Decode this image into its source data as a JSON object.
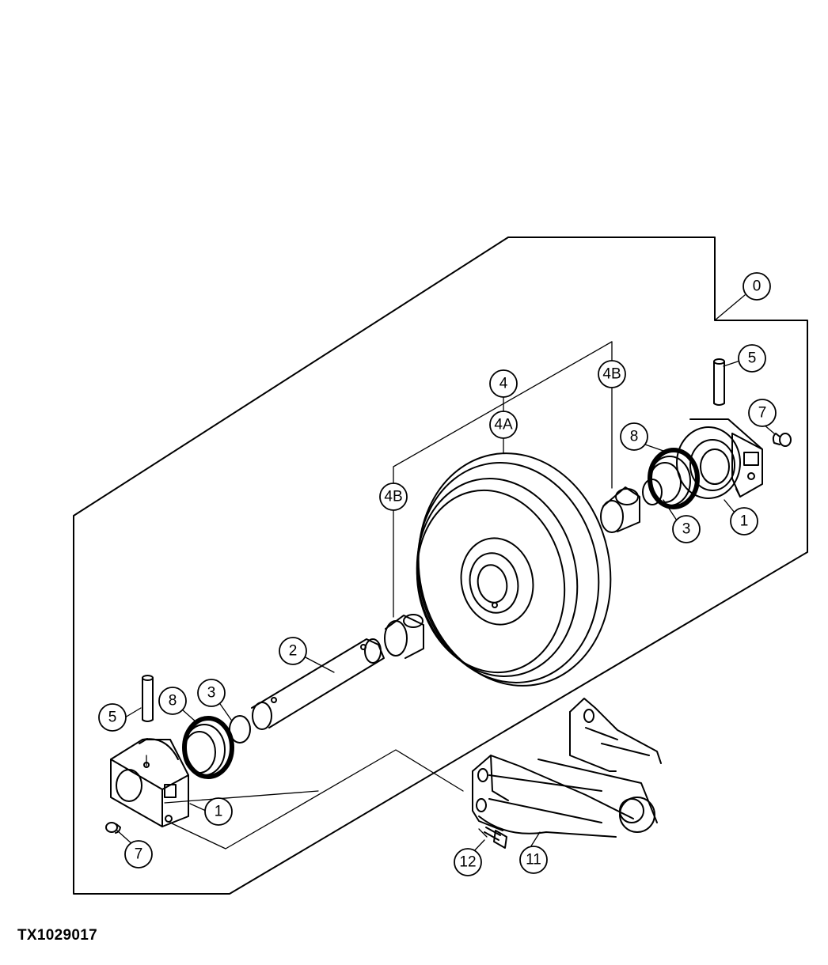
{
  "figure_id": "TX1029017",
  "callouts": {
    "c0": "0",
    "c5_right": "5",
    "c7_right": "7",
    "c4": "4",
    "c4a": "4A",
    "c4b_upper": "4B",
    "c8_right": "8",
    "c4b_left": "4B",
    "c3_right": "3",
    "c1_right": "1",
    "c2": "2",
    "c5_left": "5",
    "c8_left": "8",
    "c3_left": "3",
    "c1_left": "1",
    "c7_left": "7",
    "c12": "12",
    "c11": "11"
  }
}
